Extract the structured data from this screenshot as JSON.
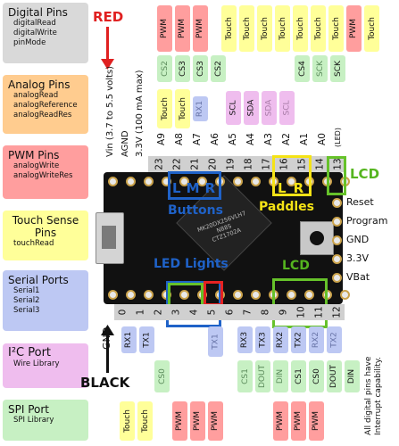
{
  "legend": {
    "digital": {
      "title": "Digital Pins",
      "items": [
        "digitalRead",
        "digitalWrite",
        "pinMode"
      ]
    },
    "analog": {
      "title": "Analog Pins",
      "items": [
        "analogRead",
        "analogReference",
        "analogReadRes"
      ]
    },
    "pwm": {
      "title": "PWM Pins",
      "items": [
        "analogWrite",
        "analogWriteRes"
      ]
    },
    "touch": {
      "title": "Touch Sense Pins",
      "items": [
        "touchRead"
      ]
    },
    "serial": {
      "title": "Serial Ports",
      "items": [
        "Serial1",
        "Serial2",
        "Serial3"
      ]
    },
    "i2c": {
      "title": "I²C Port",
      "items": [
        "Wire Library"
      ]
    },
    "spi": {
      "title": "SPI Port",
      "items": [
        "SPI Library"
      ]
    }
  },
  "wires": {
    "red": "RED",
    "black": "BLACK"
  },
  "power_labels": [
    "Vin  (3.7 to 5.5 volts)",
    "AGND",
    "3.3V (100 mA max)"
  ],
  "top_pins": [
    "23",
    "22",
    "21",
    "20",
    "19",
    "18",
    "17",
    "16",
    "15",
    "14",
    "13"
  ],
  "top_analog": [
    "A9",
    "A8",
    "A7",
    "A6",
    "A5",
    "A4",
    "A3",
    "A2",
    "A1",
    "A0",
    "(LED)"
  ],
  "bottom_pins": [
    "0",
    "1",
    "2",
    "3",
    "4",
    "5",
    "6",
    "7",
    "8",
    "9",
    "10",
    "11",
    "12"
  ],
  "gnd_label": "GND",
  "right_labels": [
    "Reset",
    "Program",
    "GND",
    "3.3V",
    "VBat"
  ],
  "top_tags": {
    "row1": [
      "PWM",
      "PWM",
      "PWM",
      "Touch",
      "Touch",
      "Touch",
      "Touch",
      "Touch",
      "Touch",
      "Touch",
      "PWM",
      "Touch"
    ],
    "row2": [
      "CS2",
      "CS3",
      "CS3",
      "CS2",
      "CS4",
      "SCK",
      "SCK"
    ],
    "row3": [
      "Touch",
      "Touch",
      "RX1",
      "SCL",
      "SDA",
      "SDA",
      "SCL"
    ]
  },
  "bottom_tags": {
    "row1": [
      "RX1",
      "TX1",
      "TX1",
      "RX3",
      "TX3",
      "RX2",
      "TX2",
      "RX2",
      "TX2"
    ],
    "row2": [
      "CS0",
      "CS1",
      "DOUT",
      "DIN",
      "CS1",
      "CS0",
      "DOUT",
      "DIN"
    ],
    "row3": [
      "Touch",
      "Touch",
      "PWM",
      "PWM",
      "PWM",
      "PWM",
      "PWM",
      "PWM"
    ]
  },
  "board": {
    "chip_text": "MK20DX256VLH7\nN88S\nCTZ1702A"
  },
  "callouts": {
    "lmr": [
      "L",
      "M",
      "R"
    ],
    "buttons": "Buttons",
    "lr": [
      "L",
      "R"
    ],
    "paddles": "Paddles",
    "lcd": "LCD",
    "led_lights": "LED Lights"
  },
  "note": "All digital pins have\nInterrupt capability.",
  "colors": {
    "blue": "#1f62c8",
    "green": "#66c22a",
    "yellow": "#f5e316",
    "red": "#e62222"
  }
}
